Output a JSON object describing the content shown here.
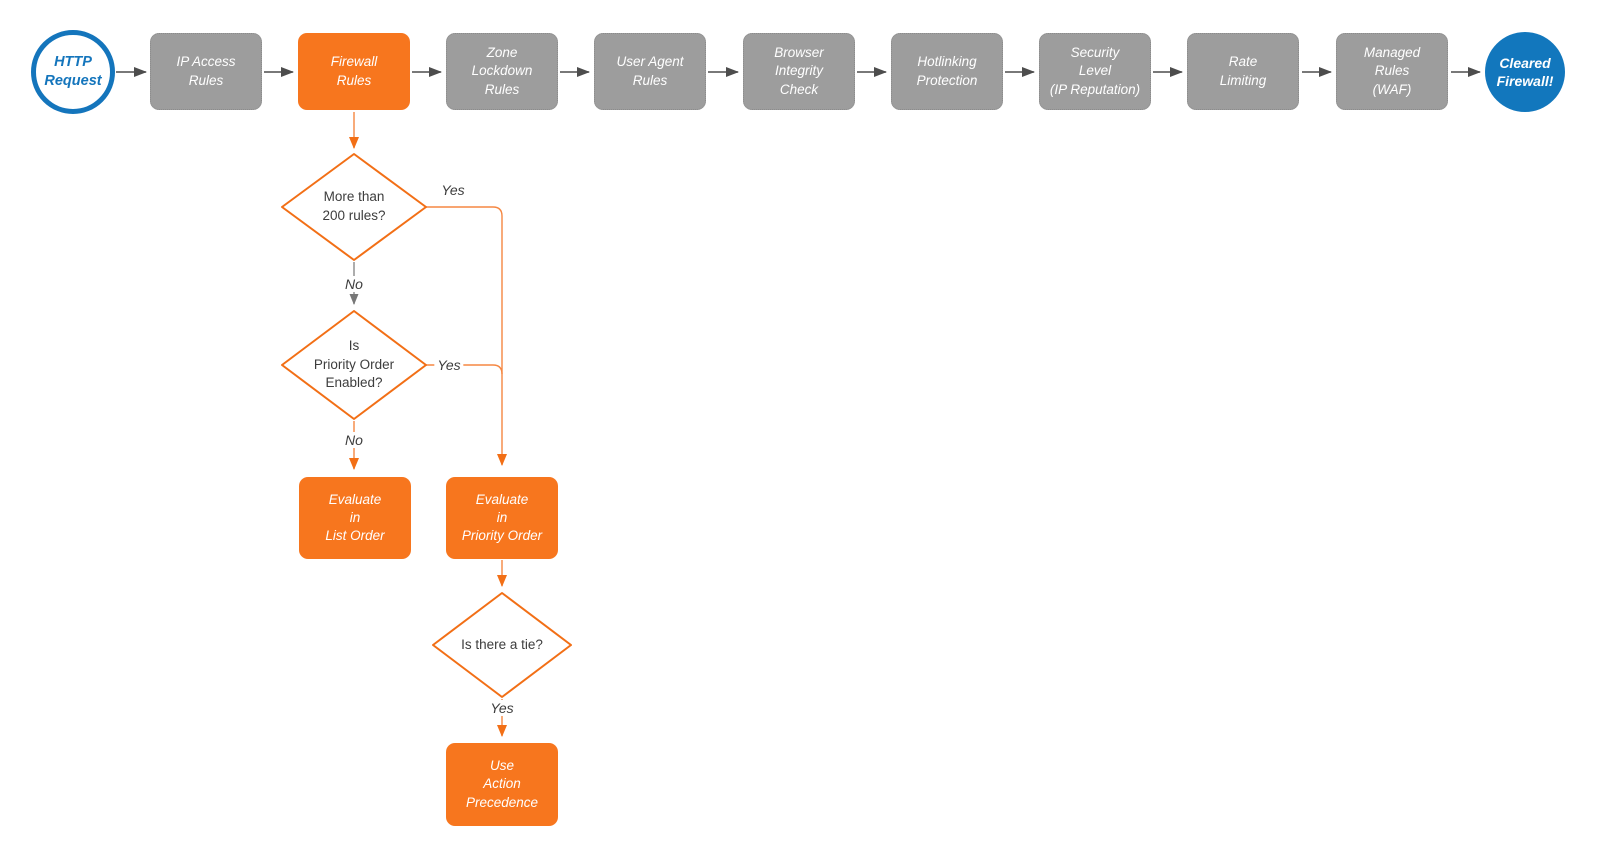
{
  "colors": {
    "node_orange": "#f7761e",
    "node_gray": "#9d9d9d",
    "node_blue": "#1277bd",
    "diamond_stroke": "#f26f16",
    "connector_dark": "#4d4d4d",
    "connector_orange": "#f58742",
    "text_dark": "#3d3d3d"
  },
  "pipeline": {
    "start": {
      "label": "HTTP\nRequest"
    },
    "steps": [
      {
        "label": "IP Access\nRules"
      },
      {
        "label": "Firewall\nRules"
      },
      {
        "label": "Zone\nLockdown\nRules"
      },
      {
        "label": "User Agent\nRules"
      },
      {
        "label": "Browser\nIntegrity\nCheck"
      },
      {
        "label": "Hotlinking\nProtection"
      },
      {
        "label": "Security\nLevel\n(IP Reputation)"
      },
      {
        "label": "Rate\nLimiting"
      },
      {
        "label": "Managed\nRules\n(WAF)"
      }
    ],
    "end": {
      "label": "Cleared\nFirewall!"
    }
  },
  "firewall_branch": {
    "decision_rule_count": {
      "question": "More than\n200 rules?",
      "yes_label": "Yes",
      "no_label": "No"
    },
    "decision_priority_enabled": {
      "question": "Is\nPriority Order\nEnabled?",
      "yes_label": "Yes",
      "no_label": "No"
    },
    "evaluate_list_order": {
      "label": "Evaluate\nin\nList Order"
    },
    "evaluate_priority_order": {
      "label": "Evaluate\nin\nPriority Order"
    },
    "decision_tie": {
      "question": "Is there a tie?",
      "yes_label": "Yes"
    },
    "use_action_precedence": {
      "label": "Use\nAction\nPrecedence"
    }
  }
}
